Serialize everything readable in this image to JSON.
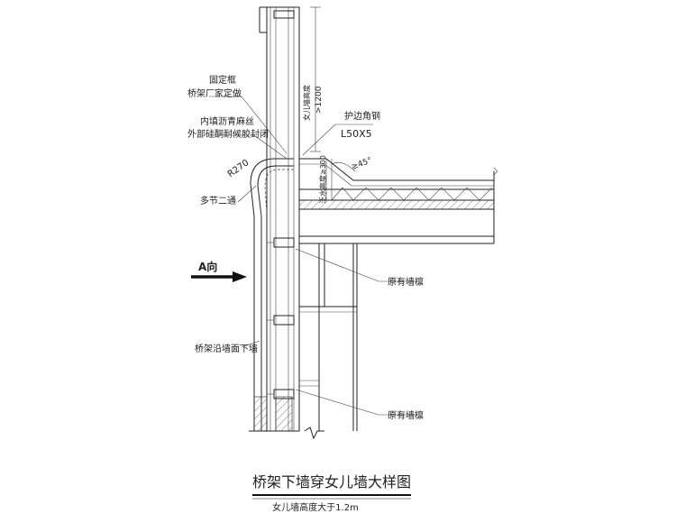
{
  "title": "桥架下墙穿女儿墙大样图",
  "subtitle": "女儿墙高度大于1.2m",
  "labels": {
    "fixed_frame": "固定框",
    "bridge_factory": "桥架厂家定做",
    "inner_fill": "内填沥青麻丝",
    "outer_seal": "外部硅酮耐候胶封闭",
    "radius": "R270",
    "multi_section": "多节二通",
    "guard_angle": "护边角钢",
    "angle_size": "L50X5",
    "angle_deg": "≥45°",
    "parapet_height": "女儿墙高度",
    "parapet_min": ">1200",
    "roof_min_text": "泛水高度≥300",
    "direction_a": "A向",
    "existing_purlin_1": "原有墙檩",
    "existing_purlin_2": "原有墙檩",
    "bridge_down_wall": "桥架沿墙面下墙"
  }
}
